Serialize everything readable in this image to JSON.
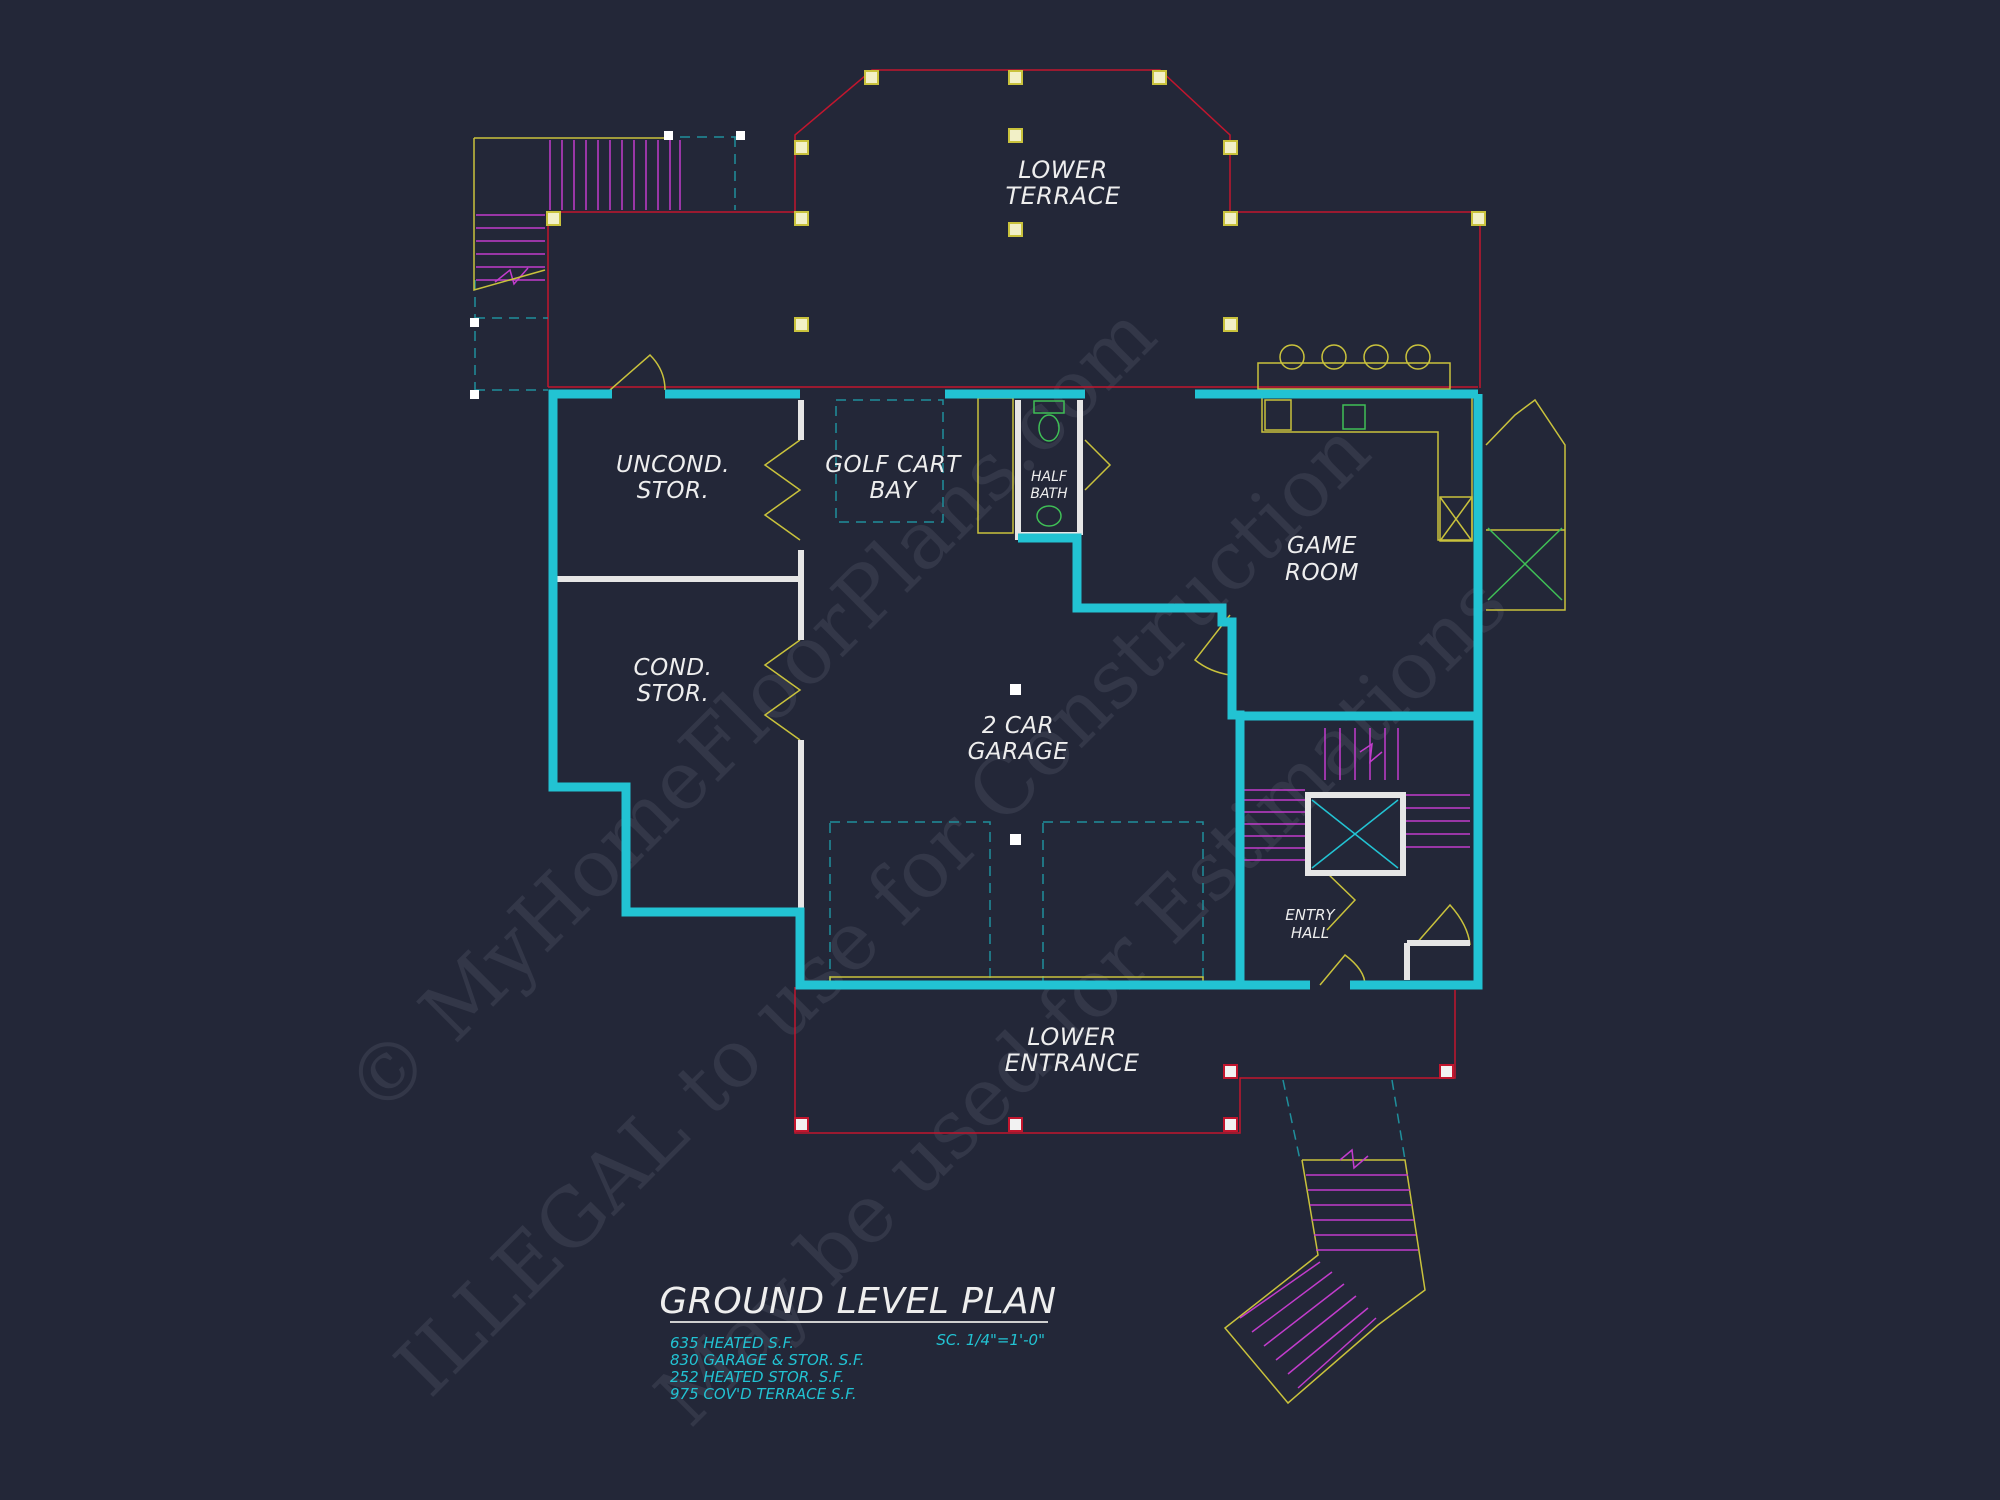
{
  "colors": {
    "background": "#232738",
    "wall": "#22c3d3",
    "outline": "#c2162e",
    "fixture": "#c9c23c",
    "stair": "#c23ccc",
    "guide": "#1f8f9c",
    "label": "#eeeeee"
  },
  "rooms": {
    "lower_terrace": [
      "LOWER",
      "TERRACE"
    ],
    "uncond_stor": [
      "UNCOND.",
      "STOR."
    ],
    "golf_cart_bay": [
      "GOLF CART",
      "BAY"
    ],
    "half_bath": [
      "HALF",
      "BATH"
    ],
    "game_room": [
      "GAME",
      "ROOM"
    ],
    "cond_stor": [
      "COND.",
      "STOR."
    ],
    "garage": [
      "2 CAR",
      "GARAGE"
    ],
    "entry_hall": [
      "ENTRY",
      "HALL"
    ],
    "lower_entrance": [
      "LOWER",
      "ENTRANCE"
    ]
  },
  "title_block": {
    "title": "GROUND LEVEL PLAN",
    "scale": "SC. 1/4\"=1'-0\"",
    "stats": [
      "635 HEATED S.F.",
      "830 GARAGE & STOR. S.F.",
      "252 HEATED STOR. S.F.",
      "975 COV'D TERRACE S.F."
    ]
  },
  "watermark": {
    "line1": "© MyHomeFloorPlans.com",
    "line2": "ILLEGAL to use for Construction",
    "line3": "May be used for Estimations"
  }
}
